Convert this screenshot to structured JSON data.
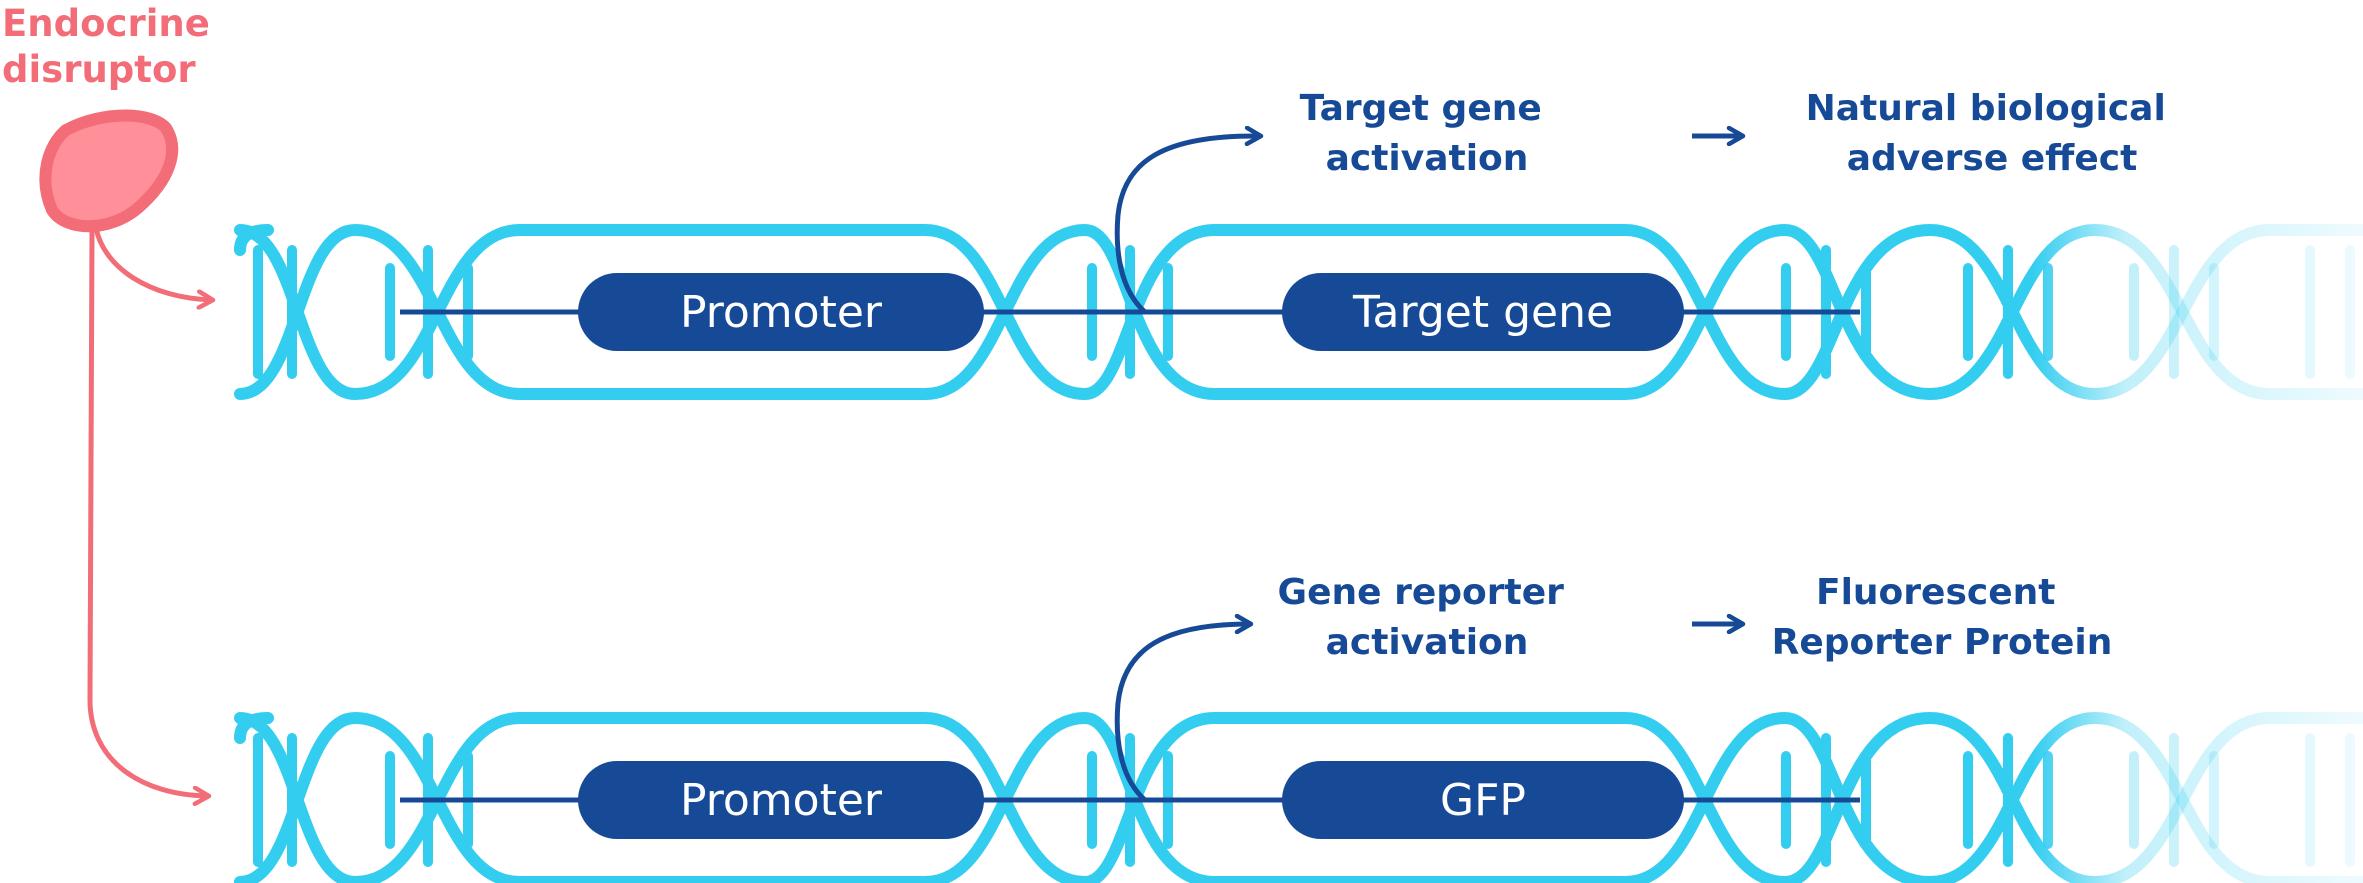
{
  "source_label": [
    "Endocrine",
    "disruptor"
  ],
  "strands": [
    {
      "id": "natural",
      "promoter_label": "Promoter",
      "gene_label": "Target gene",
      "activation_label": [
        "Target gene",
        "activation"
      ],
      "effect_label": [
        "Natural biological",
        "adverse effect"
      ]
    },
    {
      "id": "reporter",
      "promoter_label": "Promoter",
      "gene_label": "GFP",
      "activation_label": [
        "Gene reporter",
        "activation"
      ],
      "effect_label": [
        "Fluorescent",
        "Reporter Protein"
      ]
    }
  ],
  "colors": {
    "dna": "#33cdf0",
    "navy": "#174a96",
    "disruptor": "#f26d78",
    "disruptor_fill": "#ff8f98"
  }
}
